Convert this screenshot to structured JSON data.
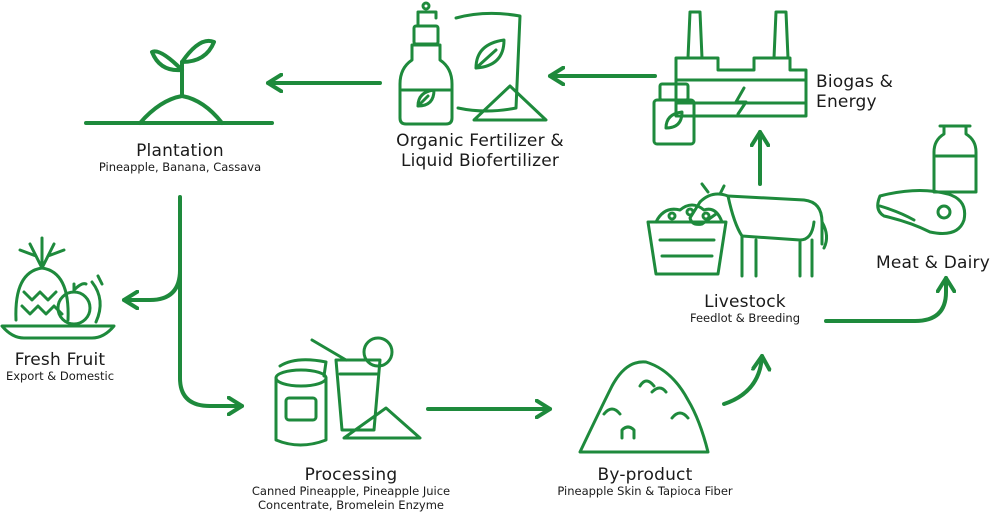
{
  "colors": {
    "accent": "#1e8a3c",
    "text": "#1a1a1a",
    "background": "#ffffff"
  },
  "nodes": {
    "plantation": {
      "title": "Plantation",
      "subtitle": "Pineapple, Banana, Cassava",
      "icon": "sprout-icon"
    },
    "fertilizer": {
      "title_line1": "Organic Fertilizer &",
      "title_line2": "Liquid Biofertilizer",
      "icon": "fertilizer-bottle-bag-icon"
    },
    "biogas": {
      "title_line1": "Biogas &",
      "title_line2": "Energy",
      "icon": "power-plant-icon"
    },
    "fresh_fruit": {
      "title": "Fresh Fruit",
      "subtitle": "Export & Domestic",
      "icon": "fruit-basket-icon"
    },
    "livestock": {
      "title": "Livestock",
      "subtitle": "Feedlot & Breeding",
      "icon": "cow-icon"
    },
    "meat_dairy": {
      "title": "Meat & Dairy",
      "icon": "meat-milk-icon"
    },
    "processing": {
      "title": "Processing",
      "subtitle_line1": "Canned Pineapple, Pineapple Juice",
      "subtitle_line2": "Concentrate, Bromelein Enzyme",
      "icon": "can-juice-icon"
    },
    "byproduct": {
      "title": "By-product",
      "subtitle": "Pineapple Skin & Tapioca Fiber",
      "icon": "fiber-pile-icon"
    }
  }
}
